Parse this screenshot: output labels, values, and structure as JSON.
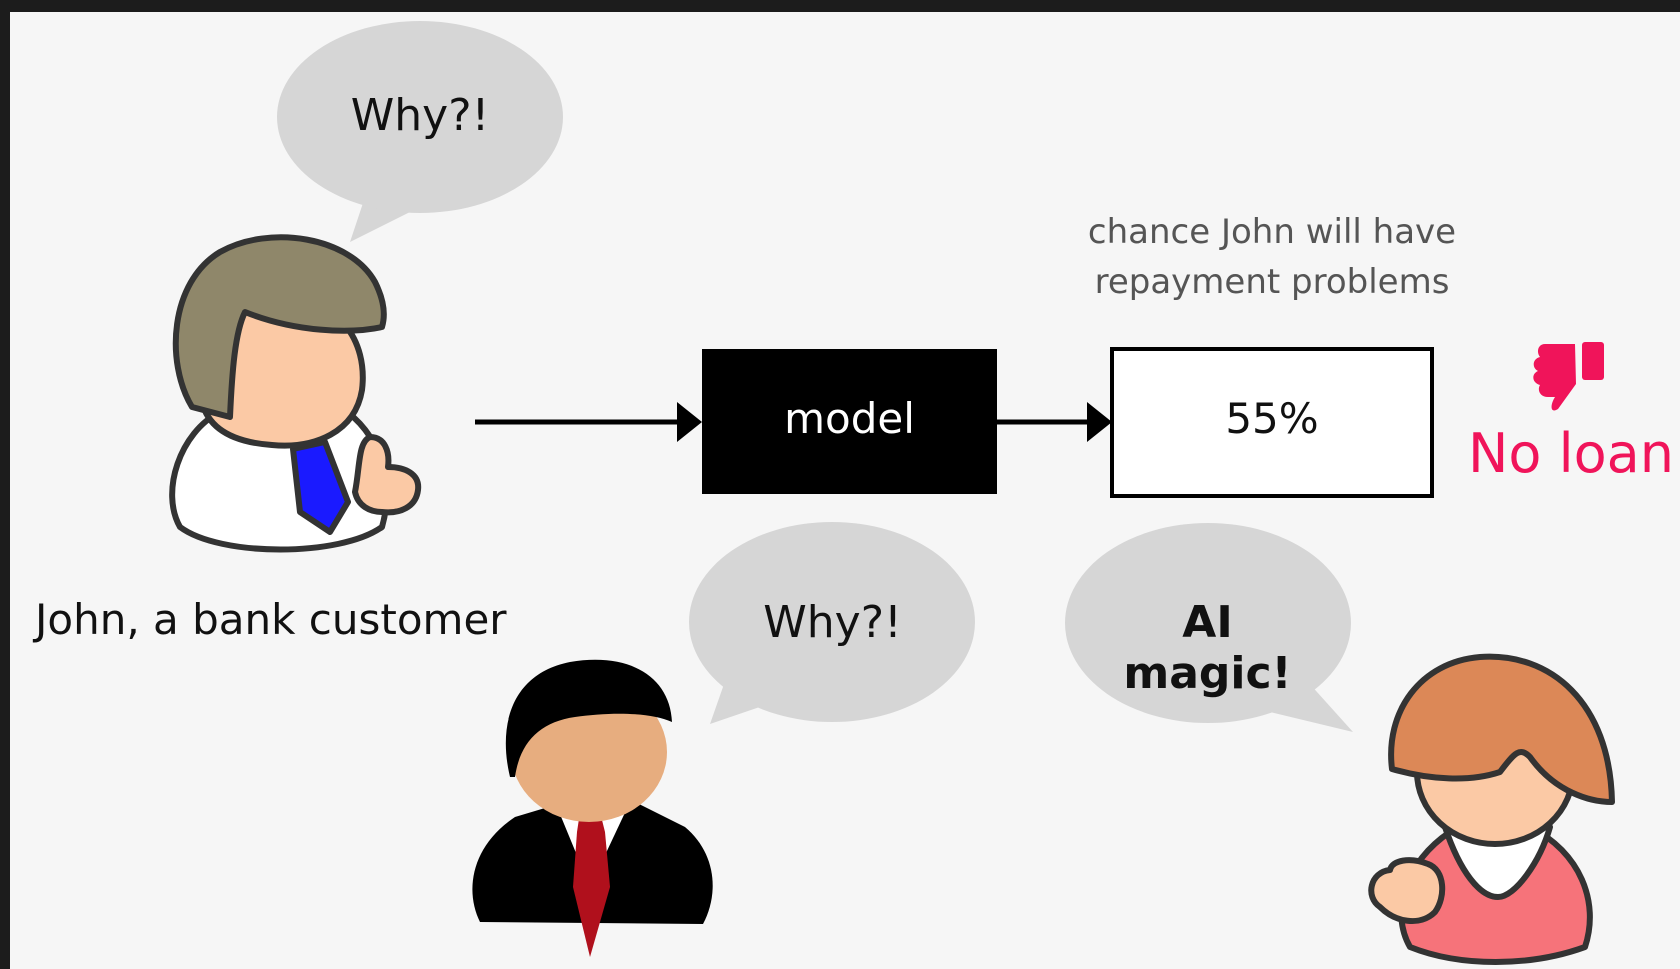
{
  "bubbles": {
    "john": "Why?!",
    "banker": "Why?!",
    "analyst": "AI magic!"
  },
  "customer_label": "John, a bank customer",
  "model_label": "model",
  "output": {
    "caption_line1": "chance John will have",
    "caption_line2": "repayment problems",
    "value": "55%"
  },
  "decision": {
    "label": "No loan",
    "icon": "thumbs-down-icon",
    "color": "#f0145a"
  },
  "colors": {
    "bubble": "#d6d6d6",
    "tie_john": "#1a1aff",
    "tie_banker": "#b0101c",
    "hair_john": "#8f876a",
    "hair_woman": "#dc8857",
    "shirt_woman": "#f6737a",
    "skin": "#fbc9a5"
  }
}
